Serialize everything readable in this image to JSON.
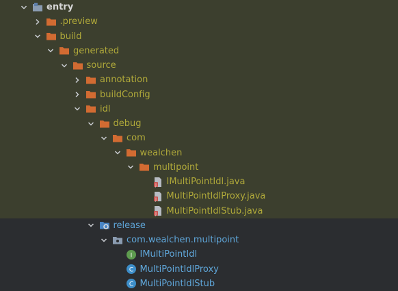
{
  "tree": [
    {
      "id": "entry",
      "label": "entry",
      "depth": 0,
      "expanded": true,
      "icon": "module-folder-icon",
      "excluded": true,
      "style": "bold"
    },
    {
      "id": "preview",
      "label": ".preview",
      "depth": 1,
      "expanded": false,
      "icon": "folder-icon",
      "excluded": true
    },
    {
      "id": "build",
      "label": "build",
      "depth": 1,
      "expanded": true,
      "icon": "folder-icon",
      "excluded": true
    },
    {
      "id": "generated",
      "label": "generated",
      "depth": 2,
      "expanded": true,
      "icon": "folder-icon",
      "excluded": true
    },
    {
      "id": "source",
      "label": "source",
      "depth": 3,
      "expanded": true,
      "icon": "folder-icon",
      "excluded": true
    },
    {
      "id": "annotation",
      "label": "annotation",
      "depth": 4,
      "expanded": false,
      "icon": "folder-icon",
      "excluded": true
    },
    {
      "id": "buildConfig",
      "label": "buildConfig",
      "depth": 4,
      "expanded": false,
      "icon": "folder-icon",
      "excluded": true
    },
    {
      "id": "idl",
      "label": "idl",
      "depth": 4,
      "expanded": true,
      "icon": "folder-icon",
      "excluded": true
    },
    {
      "id": "debug",
      "label": "debug",
      "depth": 5,
      "expanded": true,
      "icon": "folder-icon",
      "excluded": true
    },
    {
      "id": "com",
      "label": "com",
      "depth": 6,
      "expanded": true,
      "icon": "folder-icon",
      "excluded": true
    },
    {
      "id": "wealchen",
      "label": "wealchen",
      "depth": 7,
      "expanded": true,
      "icon": "folder-icon",
      "excluded": true
    },
    {
      "id": "multipoint",
      "label": "multipoint",
      "depth": 8,
      "expanded": true,
      "icon": "folder-icon",
      "excluded": true
    },
    {
      "id": "f1",
      "label": "IMultiPointIdl.java",
      "depth": 9,
      "leaf": true,
      "icon": "java-file-icon",
      "excluded": true
    },
    {
      "id": "f2",
      "label": "MultiPointIdlProxy.java",
      "depth": 9,
      "leaf": true,
      "icon": "java-file-icon",
      "excluded": true
    },
    {
      "id": "f3",
      "label": "MultiPointIdlStub.java",
      "depth": 9,
      "leaf": true,
      "icon": "java-file-icon",
      "excluded": true
    },
    {
      "id": "release",
      "label": "release",
      "depth": 5,
      "expanded": true,
      "icon": "source-root-icon",
      "excluded": false,
      "style": "class"
    },
    {
      "id": "pkg",
      "label": "com.wealchen.multipoint",
      "depth": 6,
      "expanded": true,
      "icon": "package-icon",
      "excluded": false,
      "style": "class"
    },
    {
      "id": "c1",
      "label": "IMultiPointIdl",
      "depth": 7,
      "leaf": true,
      "icon": "interface-icon",
      "excluded": false,
      "style": "class"
    },
    {
      "id": "c2",
      "label": "MultiPointIdlProxy",
      "depth": 7,
      "leaf": true,
      "icon": "class-icon",
      "excluded": false,
      "style": "class"
    },
    {
      "id": "c3",
      "label": "MultiPointIdlStub",
      "depth": 7,
      "leaf": true,
      "icon": "class-icon",
      "excluded": false,
      "style": "class"
    }
  ],
  "colors": {
    "excluded_bg": "#3c3f2e",
    "normal_bg": "#2b2d30",
    "excluded_text": "#b0a93a",
    "class_text": "#5fa6d9",
    "folder": "#d26b32"
  }
}
